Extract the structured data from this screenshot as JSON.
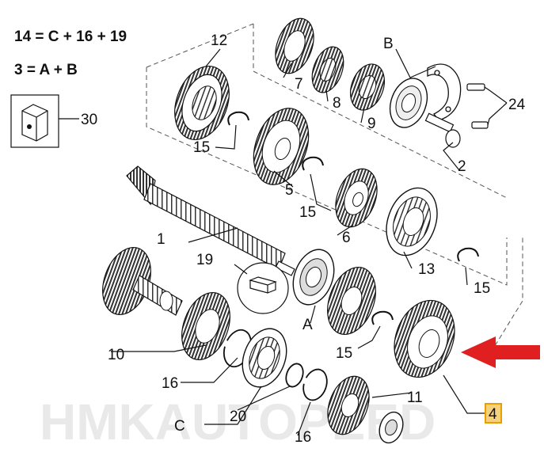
{
  "formulas": [
    "14 = C + 16 + 19",
    "3 = A + B"
  ],
  "callouts": {
    "c1": "1",
    "c2": "2",
    "c4": "4",
    "c5": "5",
    "c6": "6",
    "c7": "7",
    "c8": "8",
    "c9": "9",
    "c10": "10",
    "c11": "11",
    "c12": "12",
    "c13": "13",
    "c15a": "15",
    "c15b": "15",
    "c15c": "15",
    "c15d": "15",
    "c16a": "16",
    "c16b": "16",
    "c19": "19",
    "c20": "20",
    "c24": "24",
    "c30": "30",
    "cA": "A",
    "cB": "B",
    "cC": "C"
  },
  "watermark": "HMKAUTOPEED",
  "colors": {
    "line": "#111111",
    "highlight_border": "#e8a000",
    "highlight_fill": "#f6d07a",
    "arrow": "#e02020",
    "watermark": "#e9e9e9"
  }
}
